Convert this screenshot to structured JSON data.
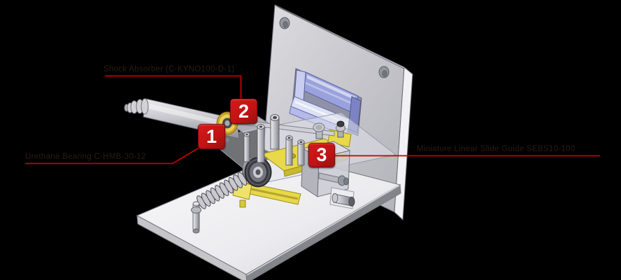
{
  "callouts": [
    {
      "number": "1",
      "label": "Urethane Bearing  C-HMB-30-12"
    },
    {
      "number": "2",
      "label": "Shock Absorber  (C-KYNO100-D-1)"
    },
    {
      "number": "3",
      "label": "Miniature Linear Slide Guide  SEBS10-100"
    }
  ],
  "colors": {
    "background": "#000000",
    "callout_red": "#c21414",
    "leader_line_red": "#c40000",
    "label_text": "#2a1c12",
    "panel_gray": "#c9c9cf",
    "base_white": "#f0f0f4",
    "part_yellow": "#e8d84a",
    "window_blue": "#9aa2dd"
  }
}
